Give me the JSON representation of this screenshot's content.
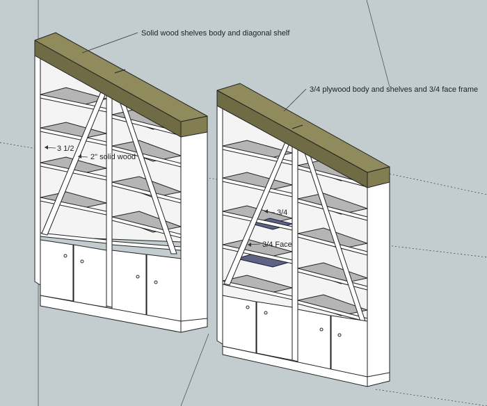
{
  "annotations": {
    "left_unit": "Solid wood shelves body and diagonal shelf",
    "right_unit": "3/4 plywood body and shelves and 3/4 face frame",
    "dim_width": "3 1/2",
    "dim_solid_wood": "2\" solid wood",
    "dim_shelf": "3/4",
    "dim_face": "3/4 Face"
  },
  "colors": {
    "background": "#c3cdcf",
    "case_white": "#ffffff",
    "shelf_grey": "#b4b4b4",
    "back_panel": "#f2f2f2",
    "wood_top": "#8e8a5c",
    "wood_front": "#6f6b45",
    "selected_shelf": "#5f6383",
    "outline": "#222222"
  }
}
